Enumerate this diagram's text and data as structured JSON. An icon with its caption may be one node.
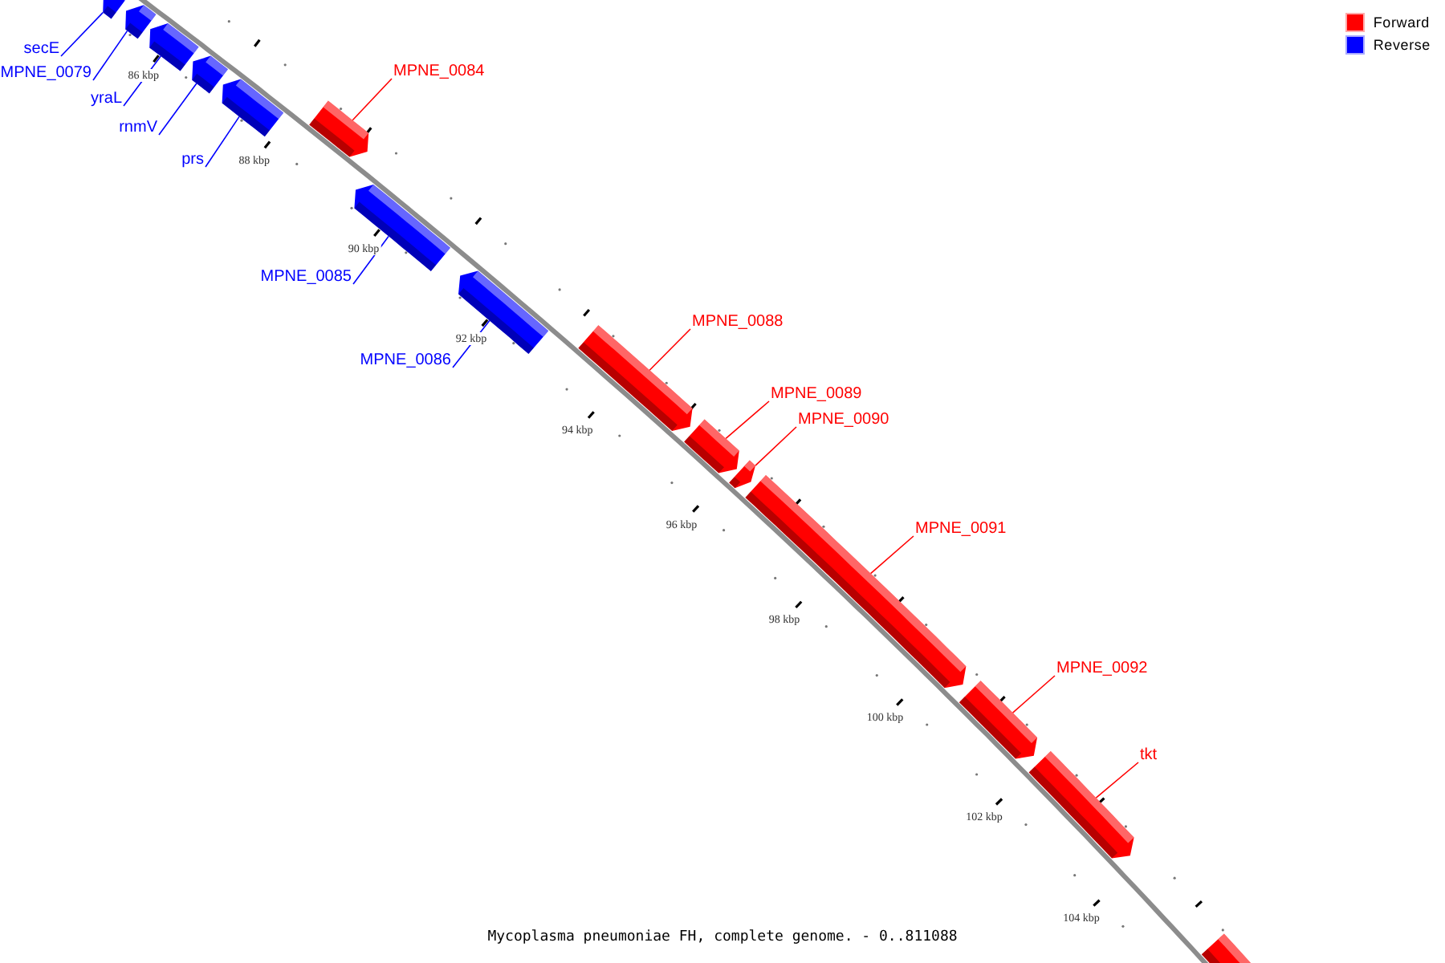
{
  "diagram": {
    "caption": "Mycoplasma pneumoniae FH, complete genome. - 0..811088",
    "nodes": [
      {
        "text": [
          "secE"
        ]
      },
      {
        "text": [
          "MPNE_0079"
        ]
      },
      {
        "text": [
          "yraL"
        ]
      },
      {
        "text": [
          "rnmV"
        ]
      },
      {
        "text": [
          "prs"
        ]
      },
      {
        "text": [
          "MPNE_0084"
        ]
      },
      {
        "text": [
          "MPNE_0085"
        ]
      },
      {
        "text": [
          "MPNE_0086"
        ]
      },
      {
        "text": [
          "MPNE_0088"
        ]
      },
      {
        "text": [
          "MPNE_0089"
        ]
      },
      {
        "text": [
          "MPNE_0090"
        ]
      },
      {
        "text": [
          "MPNE_0091"
        ]
      },
      {
        "text": [
          "MPNE_0092"
        ]
      },
      {
        "text": [
          "tkt"
        ]
      },
      {
        "text": [],
        "shape": "bar"
      },
      {
        "text": [],
        "shape": "bar"
      },
      {
        "text": [],
        "shape": "bar"
      },
      {
        "text": [],
        "shape": "bar"
      },
      {
        "text": [],
        "shape": "bar"
      },
      {
        "text": [],
        "shape": "bar"
      },
      {
        "text": [],
        "shape": "bar"
      },
      {
        "text": [],
        "shape": "bar"
      },
      {
        "text": [],
        "shape": "bar"
      },
      {
        "text": [],
        "shape": "bar"
      },
      {
        "text": [],
        "shape": "bar"
      },
      {
        "text": [],
        "shape": "bar"
      },
      {
        "text": [],
        "shape": "bar"
      },
      {
        "text": [],
        "shape": "bar"
      },
      {
        "text": [],
        "shape": "bar"
      }
    ],
    "edges": [
      {
        "from": 0,
        "to": 14,
        "arrow": "none",
        "color": "#0000ff"
      },
      {
        "from": 1,
        "to": 15,
        "arrow": "none",
        "color": "#0000ff"
      },
      {
        "from": 2,
        "to": 16,
        "arrow": "none",
        "color": "#0000ff"
      },
      {
        "from": 3,
        "to": 17,
        "arrow": "none",
        "color": "#0000ff"
      },
      {
        "from": 4,
        "to": 18,
        "arrow": "none",
        "color": "#0000ff"
      },
      {
        "from": 5,
        "to": 19,
        "arrow": "none",
        "color": "#ff0000"
      },
      {
        "from": 6,
        "to": 20,
        "arrow": "none",
        "color": "#0000ff"
      },
      {
        "from": 7,
        "to": 21,
        "arrow": "none",
        "color": "#0000ff"
      },
      {
        "from": 8,
        "to": 22,
        "arrow": "none",
        "color": "#ff0000"
      },
      {
        "from": 9,
        "to": 23,
        "arrow": "none",
        "color": "#ff0000"
      },
      {
        "from": 10,
        "to": 24,
        "arrow": "none",
        "color": "#ff0000"
      },
      {
        "from": 11,
        "to": 25,
        "arrow": "none",
        "color": "#ff0000"
      },
      {
        "from": 12,
        "to": 26,
        "arrow": "none",
        "color": "#ff0000"
      },
      {
        "from": 13,
        "to": 27,
        "arrow": "none",
        "color": "#ff0000"
      }
    ],
    "labels": [
      "86 kbp",
      "88 kbp",
      "90 kbp",
      "92 kbp",
      "94 kbp",
      "96 kbp",
      "98 kbp",
      "100 kbp",
      "102 kbp",
      "104 kbp"
    ],
    "legend": [
      {
        "text": "Forward",
        "color": "#ff0000"
      },
      {
        "text": "Reverse",
        "color": "#0000ff"
      }
    ]
  }
}
